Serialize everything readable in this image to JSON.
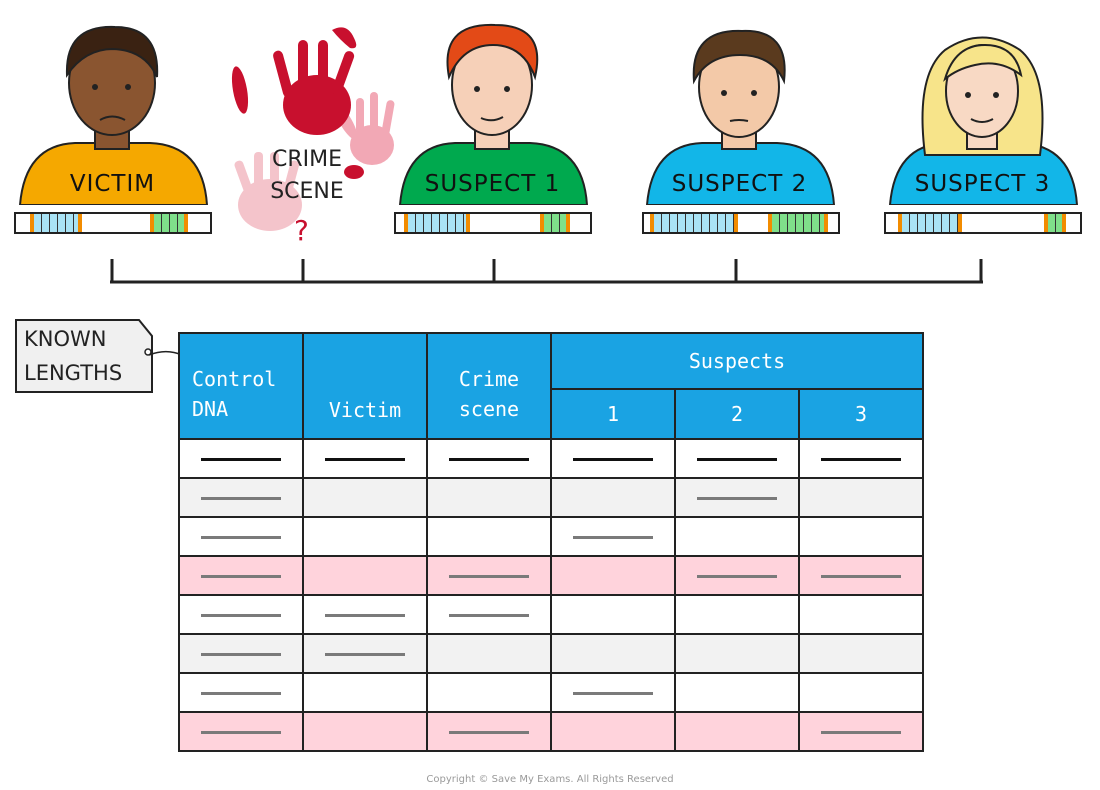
{
  "people": [
    {
      "id": "victim",
      "label": "VICTIM",
      "shirt": "#f5a800",
      "skin": "#8a5530",
      "hair": "#3a2212"
    },
    {
      "id": "suspect1",
      "label": "SUSPECT 1",
      "shirt": "#00a94e",
      "skin": "#f6d0b8",
      "hair": "#e34a17"
    },
    {
      "id": "suspect2",
      "label": "SUSPECT 2",
      "shirt": "#12b6e8",
      "skin": "#f3c9a8",
      "hair": "#5a3a1e"
    },
    {
      "id": "suspect3",
      "label": "SUSPECT 3",
      "shirt": "#12b6e8",
      "skin": "#f8d9c4",
      "hair": "#f7e48a"
    }
  ],
  "crime_scene": {
    "line1": "CRIME",
    "line2": "SCENE",
    "mark": "?"
  },
  "known_lengths": {
    "line1": "KNOWN",
    "line2": "LENGTHS"
  },
  "table": {
    "headers": {
      "control": [
        "Control",
        "DNA"
      ],
      "victim": "Victim",
      "crime": [
        "Crime",
        "scene"
      ],
      "suspects": "Suspects",
      "suspect_numbers": [
        "1",
        "2",
        "3"
      ]
    },
    "rows": [
      {
        "color": "white",
        "control": "dark",
        "victim": "dark",
        "crime": "dark",
        "s1": "dark",
        "s2": "dark",
        "s3": "dark"
      },
      {
        "color": "grey",
        "control": "band",
        "victim": "",
        "crime": "",
        "s1": "",
        "s2": "band",
        "s3": ""
      },
      {
        "color": "white",
        "control": "band",
        "victim": "",
        "crime": "",
        "s1": "band",
        "s2": "",
        "s3": ""
      },
      {
        "color": "pink",
        "control": "band",
        "victim": "",
        "crime": "band",
        "s1": "",
        "s2": "band",
        "s3": "band"
      },
      {
        "color": "white",
        "control": "band",
        "victim": "band",
        "crime": "band",
        "s1": "",
        "s2": "",
        "s3": ""
      },
      {
        "color": "grey",
        "control": "band",
        "victim": "band",
        "crime": "",
        "s1": "",
        "s2": "",
        "s3": ""
      },
      {
        "color": "white",
        "control": "band",
        "victim": "",
        "crime": "",
        "s1": "band",
        "s2": "",
        "s3": ""
      },
      {
        "color": "pink",
        "control": "band",
        "victim": "",
        "crime": "band",
        "s1": "",
        "s2": "",
        "s3": "band"
      }
    ]
  },
  "colors": {
    "header": "#1aa3e3",
    "pink_row": "#ffd3dc",
    "grey_row": "#f2f2f2",
    "blood": "#c8102e",
    "blood_light": "#f2a8b5",
    "strip_blue": "#a9e3f5",
    "strip_green": "#7fe08a",
    "strip_orange": "#f28c00"
  },
  "copyright": "Copyright © Save My Exams. All Rights Reserved"
}
